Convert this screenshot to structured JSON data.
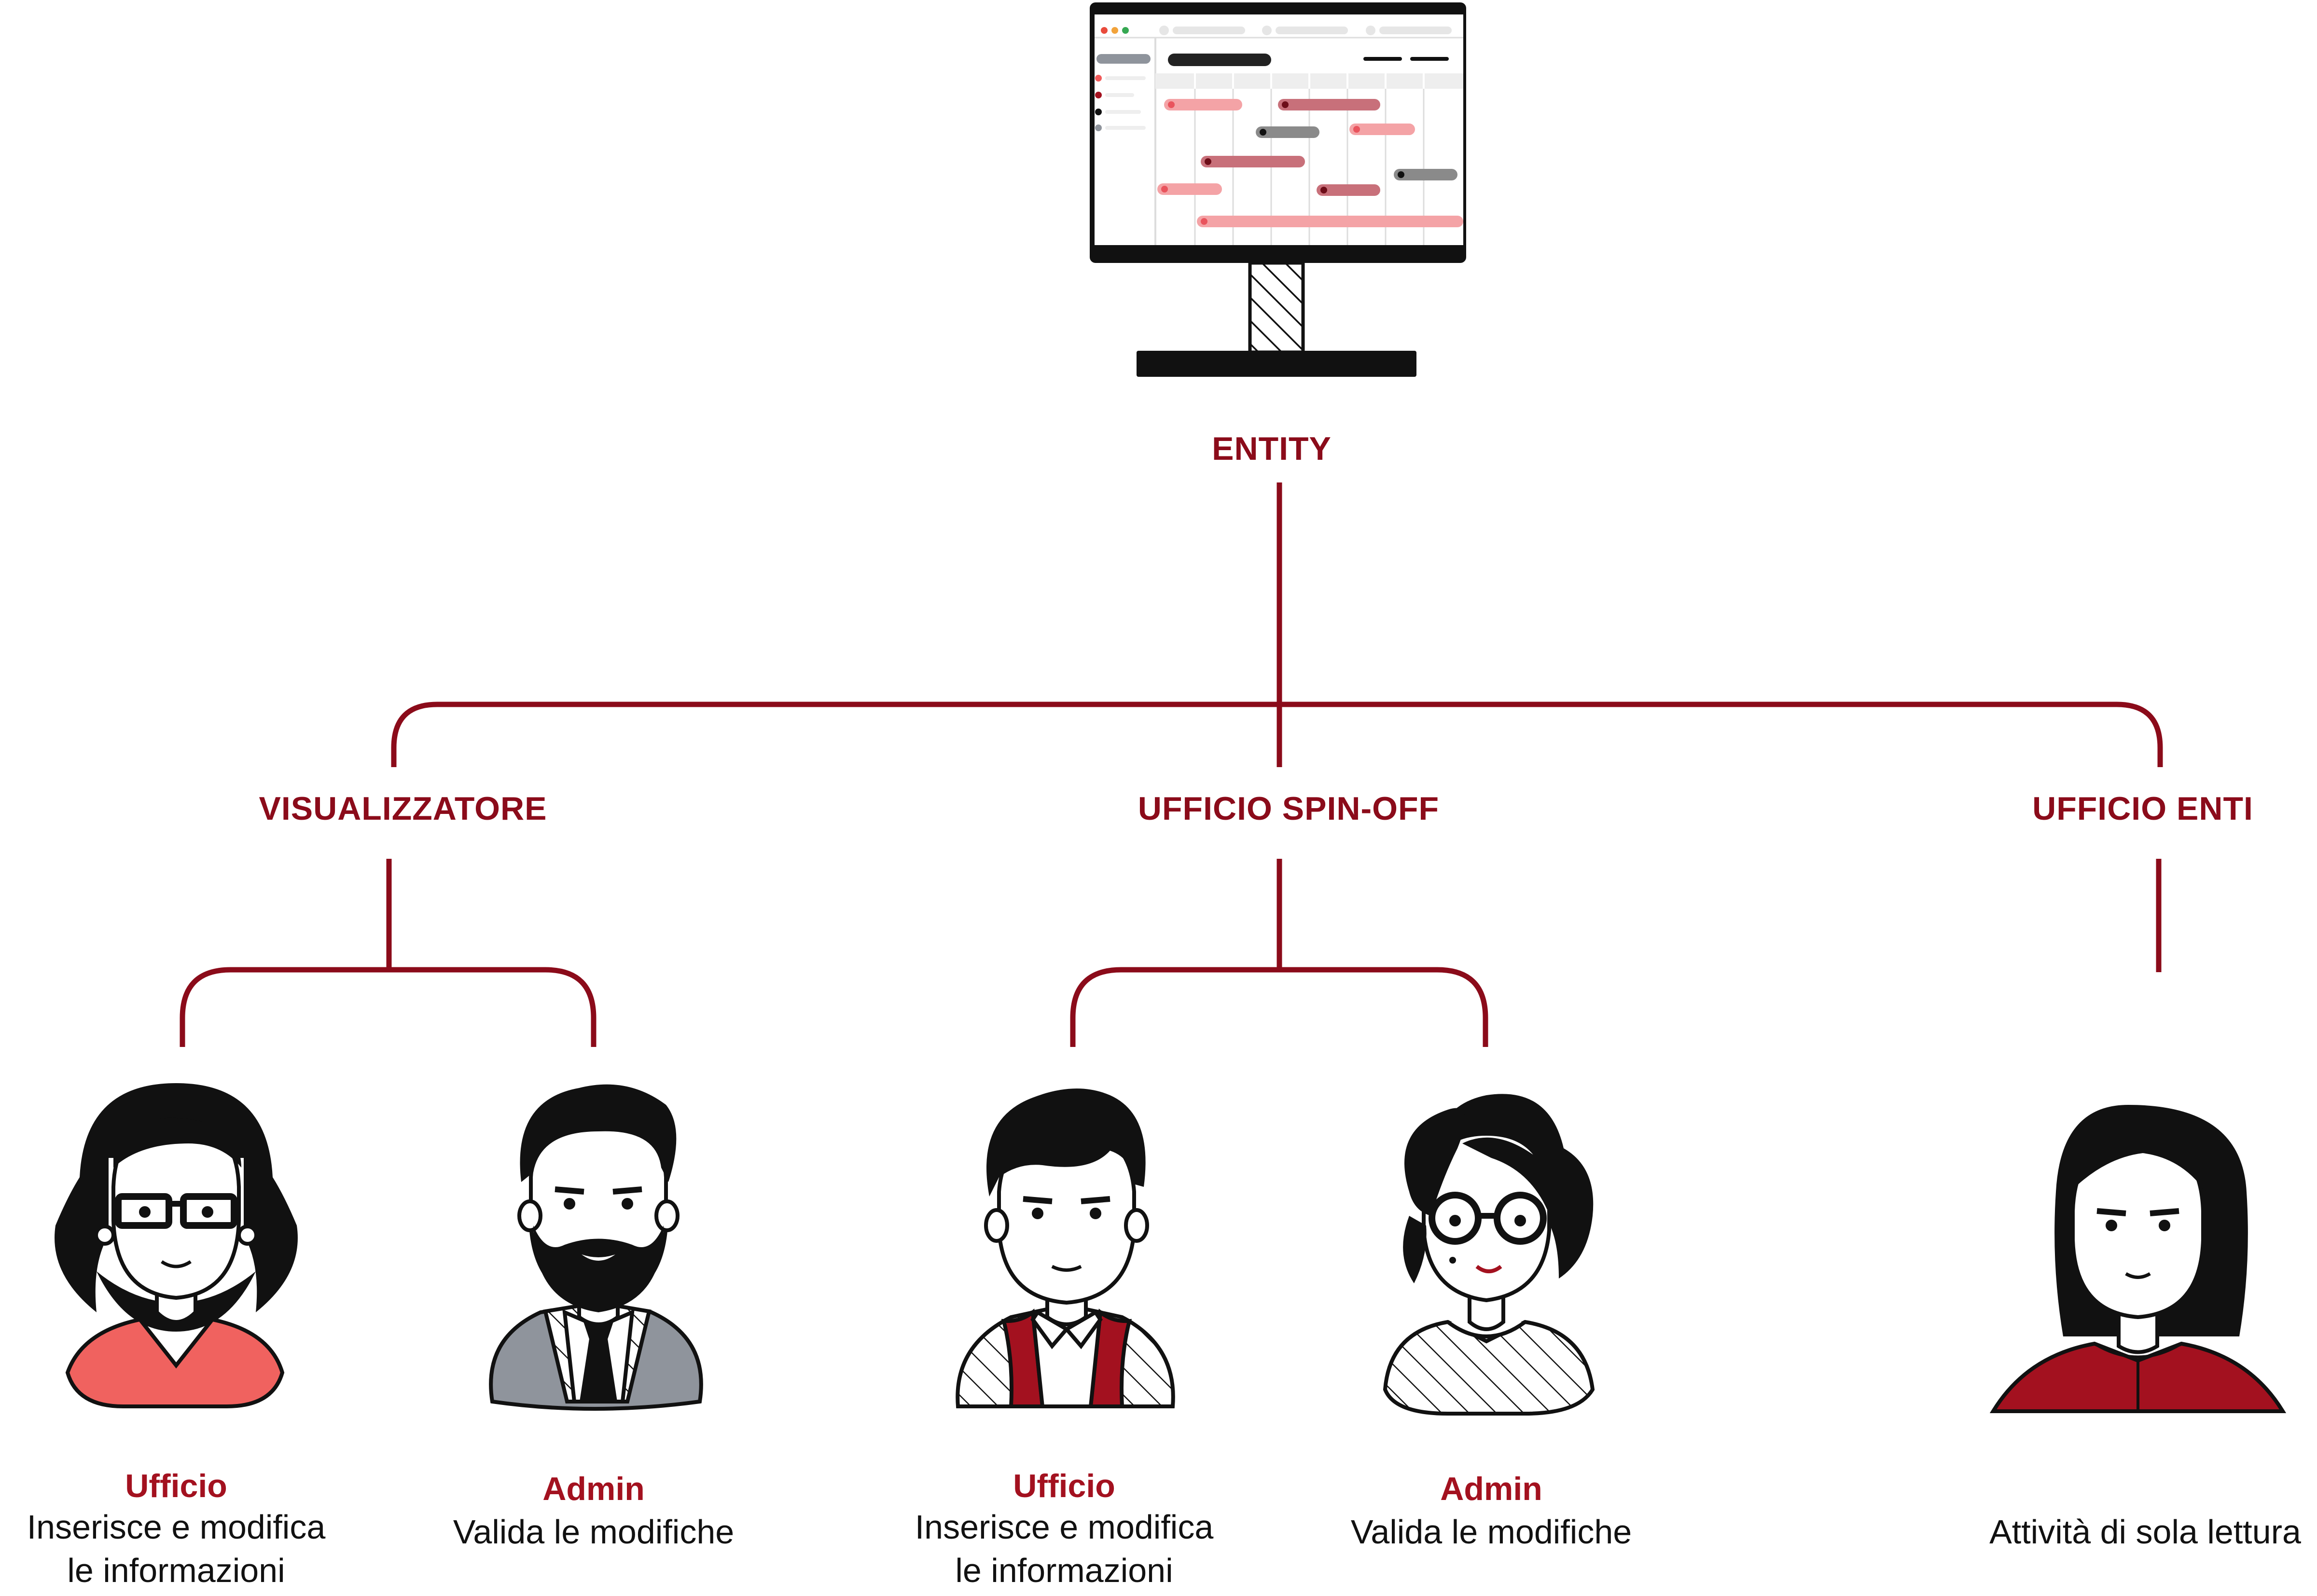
{
  "colors": {
    "brand": "#8b0b1a",
    "accent_red": "#a3111f",
    "coral": "#f0625f",
    "dark": "#111111",
    "grey": "#8f949c",
    "bar_pink": "#f4a3a6",
    "bar_rose": "#c8707a",
    "bar_grey": "#8a8a8a"
  },
  "nodes": {
    "entity": {
      "label": "ENTITY"
    },
    "visualizzatore": {
      "label": "VISUALIZZATORE"
    },
    "ufficio_spinoff": {
      "label": "UFFICIO SPIN-OFF"
    },
    "ufficio_enti": {
      "label": "UFFICIO ENTI"
    }
  },
  "people": [
    {
      "id": "vis-ufficio",
      "role": "Ufficio",
      "desc_line1": "Inserisce e modifica",
      "desc_line2": "le informazioni",
      "icon": "woman-glasses-avatar-icon"
    },
    {
      "id": "vis-admin",
      "role": "Admin",
      "desc_line1": "Valida le modifiche",
      "icon": "bearded-man-avatar-icon"
    },
    {
      "id": "spin-ufficio",
      "role": "Ufficio",
      "desc_line1": "Inserisce e modifica",
      "desc_line2": "le informazioni",
      "icon": "young-man-avatar-icon"
    },
    {
      "id": "spin-admin",
      "role": "Admin",
      "desc_line1": "Valida le modifiche",
      "icon": "woman-round-glasses-avatar-icon"
    },
    {
      "id": "enti-reader",
      "desc_line1": "Attività di sola lettura",
      "icon": "woman-long-hair-avatar-icon"
    }
  ],
  "monitor": {
    "icon": "gantt-monitor-icon"
  }
}
